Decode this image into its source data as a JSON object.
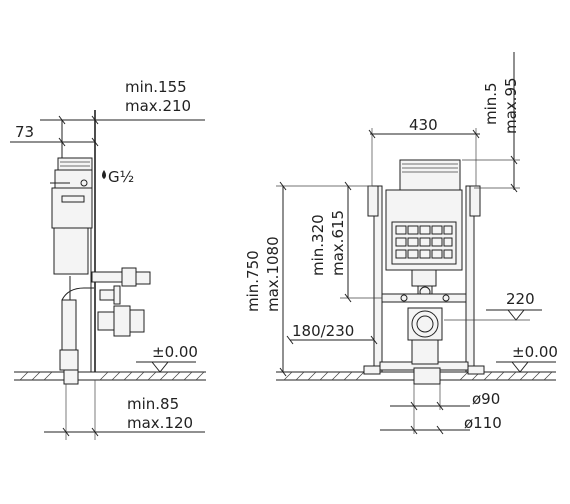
{
  "side_view": {
    "dim_top_min": "min.155",
    "dim_top_max": "max.210",
    "dim_left": "73",
    "thread": "G½",
    "level": "±0.00",
    "dim_bottom_min": "min.85",
    "dim_bottom_max": "max.120"
  },
  "front_view": {
    "dim_width": "430",
    "dim_top_min": "min.5",
    "dim_top_max": "max.95",
    "dim_height_min": "min.750",
    "dim_height_max": "max.1080",
    "dim_mid_min": "min.320",
    "dim_mid_max": "max.615",
    "dim_offset": "180/230",
    "dim_right": "220",
    "level": "±0.00",
    "dia_small": "ø90",
    "dia_large": "ø110"
  }
}
